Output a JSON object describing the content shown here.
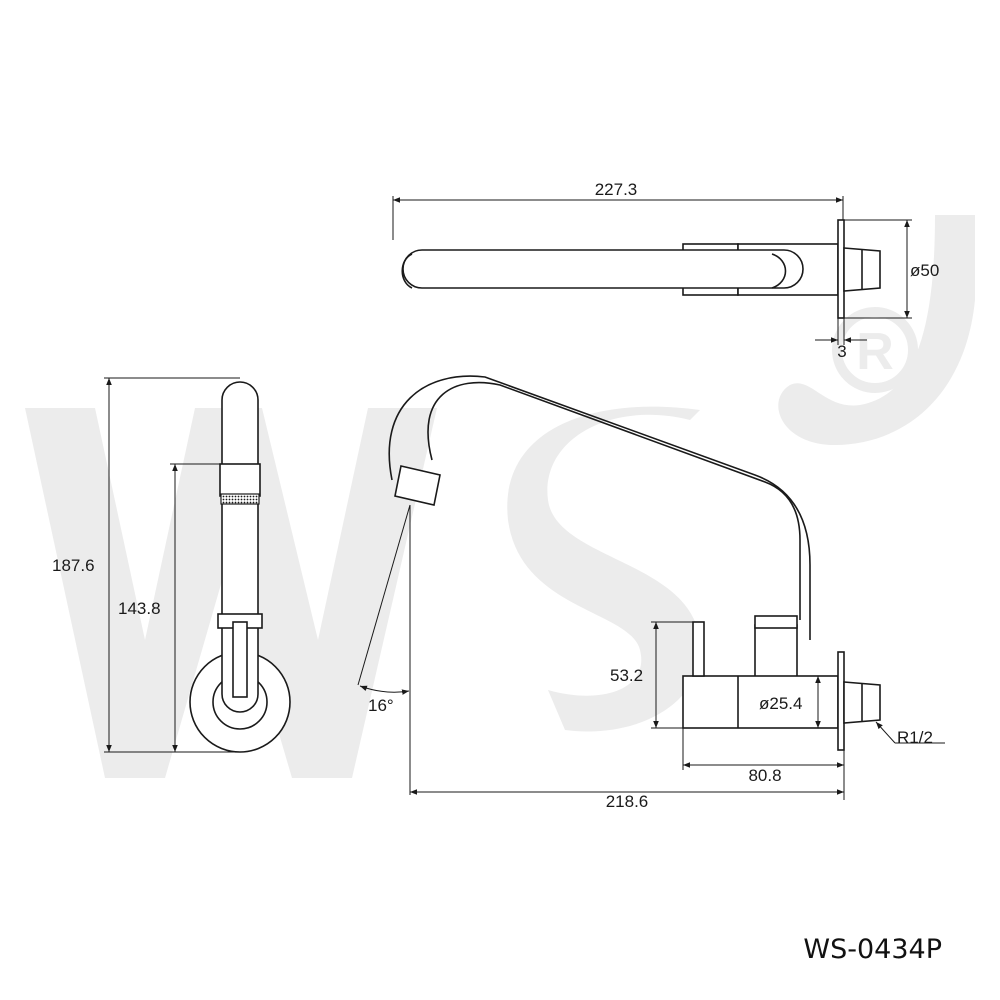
{
  "drawing": {
    "model_number": "WS-0434P",
    "watermark_text": "WS",
    "watermark_mark": "R",
    "colors": {
      "line": "#1a1a1a",
      "watermark": "#ececec",
      "background": "#ffffff"
    }
  },
  "dimensions": {
    "top_length": "227.3",
    "flange_diameter": "ø50",
    "flange_thickness": "3",
    "side_height_total": "187.6",
    "side_height_outlet": "143.8",
    "body_height": "53.2",
    "body_diameter": "ø25.4",
    "thread": "R1/2",
    "body_length": "80.8",
    "total_reach": "218.6",
    "spout_angle": "16°"
  }
}
